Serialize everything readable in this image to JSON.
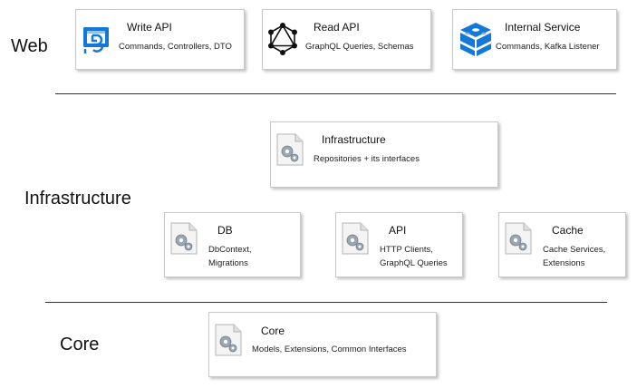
{
  "layers": {
    "web": "Web",
    "infrastructure": "Infrastructure",
    "core": "Core"
  },
  "cards": {
    "write_api": {
      "title": "Write API",
      "subtitle": "Commands, Controllers, DTO",
      "icon": "azure-api-icon"
    },
    "read_api": {
      "title": "Read API",
      "subtitle": "GraphQL Queries, Schemas",
      "icon": "graphql-icon"
    },
    "internal_service": {
      "title": "Internal Service",
      "subtitle": "Commands, Kafka Listener",
      "icon": "blocks-stack-icon"
    },
    "infrastructure": {
      "title": "Infrastructure",
      "subtitle": "Repositories + its interfaces",
      "icon": "config-file-icon"
    },
    "db": {
      "title": "DB",
      "subtitle_line1": "DbContext,",
      "subtitle_line2": "Migrations",
      "icon": "config-file-icon"
    },
    "api": {
      "title": "API",
      "subtitle_line1": "HTTP Clients,",
      "subtitle_line2": "GraphQL Queries",
      "icon": "config-file-icon"
    },
    "cache": {
      "title": "Cache",
      "subtitle_line1": "Cache Services,",
      "subtitle_line2": "Extensions",
      "icon": "config-file-icon"
    },
    "core": {
      "title": "Core",
      "subtitle": "Models, Extensions, Common Interfaces",
      "icon": "config-file-icon"
    }
  },
  "colors": {
    "azure_blue": "#1479d6",
    "graphql_black": "#111111",
    "separator": "#333333",
    "card_border": "#c9c9c9"
  }
}
